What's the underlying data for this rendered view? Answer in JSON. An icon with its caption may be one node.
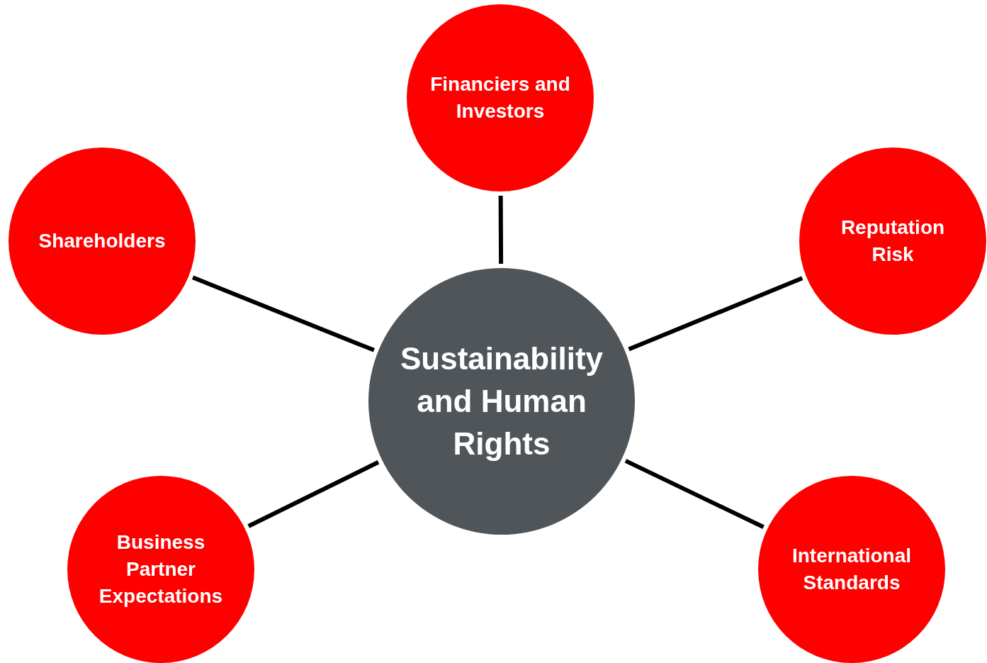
{
  "diagram": {
    "nodes": [
      {
        "text": [
          "Financiers and Investors"
        ]
      },
      {
        "text": [
          "Shareholders"
        ]
      },
      {
        "text": [
          "Reputation Risk"
        ]
      },
      {
        "text": [
          "Sustainability and Human Rights"
        ]
      },
      {
        "text": [
          "Business Partner Expectations"
        ]
      },
      {
        "text": [
          "International Standards"
        ]
      }
    ],
    "edges": [
      {
        "from": 3,
        "to": 0,
        "arrow": "none"
      },
      {
        "from": 3,
        "to": 1,
        "arrow": "none"
      },
      {
        "from": 3,
        "to": 2,
        "arrow": "none"
      },
      {
        "from": 3,
        "to": 4,
        "arrow": "none"
      },
      {
        "from": 3,
        "to": 5,
        "arrow": "none"
      }
    ]
  }
}
